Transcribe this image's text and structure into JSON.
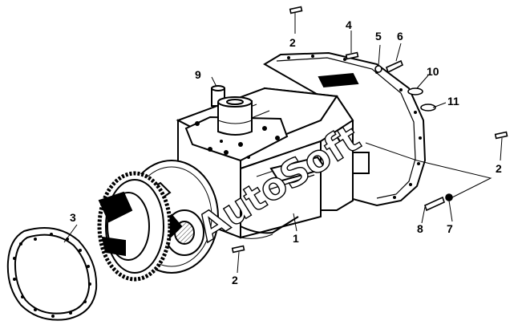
{
  "callouts": [
    "1",
    "2",
    "2",
    "2",
    "3",
    "4",
    "5",
    "6",
    "7",
    "8",
    "9",
    "10",
    "11"
  ],
  "watermark": "AutoSoft",
  "colors": {
    "line": "#000000",
    "fill": "#ffffff",
    "watermark_stroke": "#000000"
  }
}
